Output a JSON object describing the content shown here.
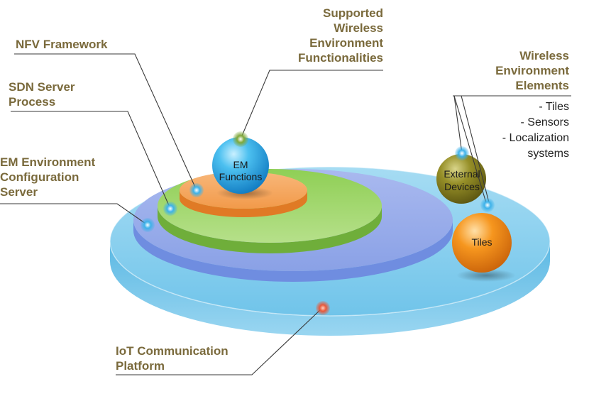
{
  "labels": {
    "supported_wireless": [
      "Supported",
      "Wireless",
      "Environment",
      "Functionalities"
    ],
    "nfv": "NFV Framework",
    "sdn": [
      "SDN Server",
      "Process"
    ],
    "em_env": [
      "EM Environment",
      "Configuration",
      "Server"
    ],
    "wireless_elements": [
      "Wireless",
      "Environment",
      "Elements"
    ],
    "wireless_items": [
      "- Tiles",
      "- Sensors",
      "- Localization",
      "systems"
    ],
    "iot": [
      "IoT Communication",
      "Platform"
    ]
  },
  "spheres": {
    "em_functions": [
      "EM",
      "Functions"
    ],
    "external_devices": [
      "External",
      "Devices"
    ],
    "tiles": "Tiles"
  },
  "colors": {
    "label_text": "#7a6a3c",
    "iot_disc": "#6cc3e6",
    "em_disc": "#8fa6e8",
    "sdn_disc": "#8fd05a",
    "nfv_disc": "#f29a4a",
    "em_functions_sphere": "#2aa7e0",
    "external_devices_sphere": "#8a8420",
    "tiles_sphere": "#f28a1c",
    "dot_blue": "#3db2ea",
    "dot_green": "#7fa83a",
    "dot_red": "#e8583a"
  }
}
